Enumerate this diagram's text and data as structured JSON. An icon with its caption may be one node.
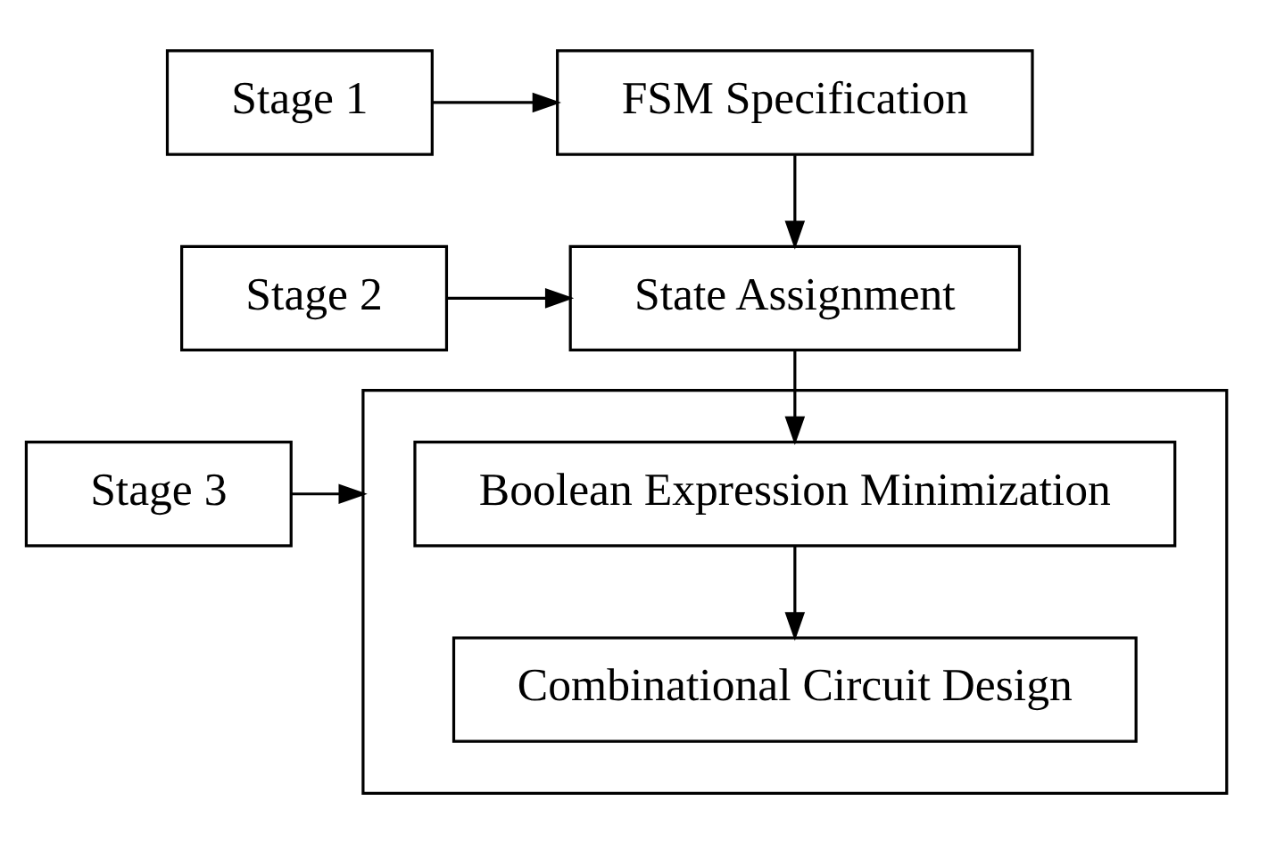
{
  "diagram": {
    "nodes": [
      {
        "text": [
          "Stage 1"
        ]
      },
      {
        "text": [
          "FSM Specification"
        ]
      },
      {
        "text": [
          "Stage 2"
        ]
      },
      {
        "text": [
          "State Assignment"
        ]
      },
      {
        "text": [],
        "shape": "box"
      },
      {
        "text": [
          "Boolean Expression Minimization"
        ],
        "in": 4
      },
      {
        "text": [
          "Stage 3"
        ]
      },
      {
        "text": [
          "Combinational Circuit Design"
        ],
        "in": 4
      }
    ],
    "edges": [
      {
        "from": 0,
        "to": 1,
        "arrow": "to"
      },
      {
        "from": 1,
        "to": 3,
        "arrow": "to"
      },
      {
        "from": 2,
        "to": 3,
        "arrow": "to"
      },
      {
        "from": 3,
        "to": 5,
        "arrow": "to"
      },
      {
        "from": 6,
        "to": 4,
        "arrow": "to"
      },
      {
        "from": 5,
        "to": 7,
        "arrow": "to"
      }
    ]
  }
}
